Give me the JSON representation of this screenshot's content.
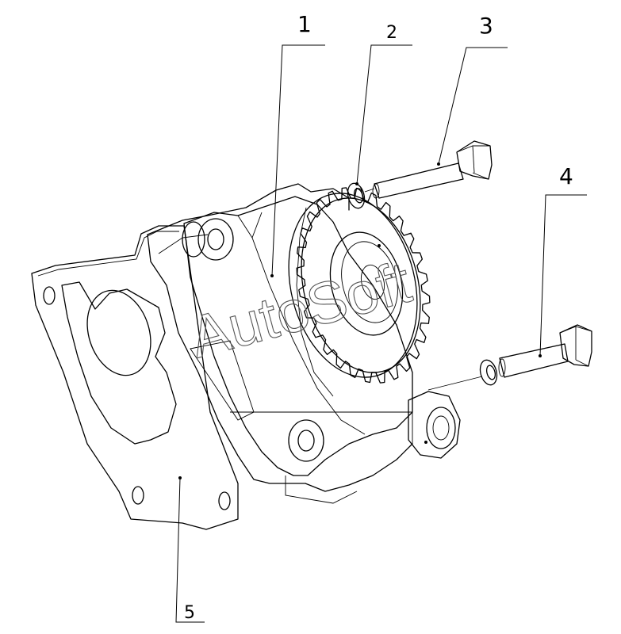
{
  "callouts": {
    "c1": "1",
    "c2": "2",
    "c3": "3",
    "c4": "4",
    "c5": "5"
  },
  "watermark": "AutoSoft",
  "colors": {
    "line": "#000000",
    "background": "#ffffff",
    "watermark": "#555555"
  }
}
